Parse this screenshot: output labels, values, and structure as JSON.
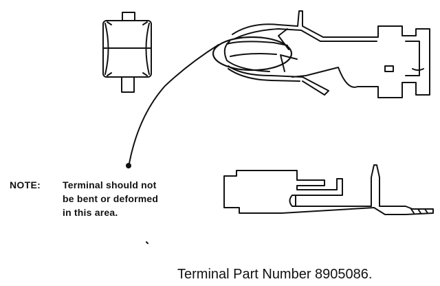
{
  "note": {
    "label": "NOTE:",
    "lines": [
      "Terminal should not",
      "be bent or deformed",
      "in this area."
    ]
  },
  "caption": "Terminal Part Number 8905086.",
  "colors": {
    "line": "#111111",
    "background": "#ffffff"
  }
}
